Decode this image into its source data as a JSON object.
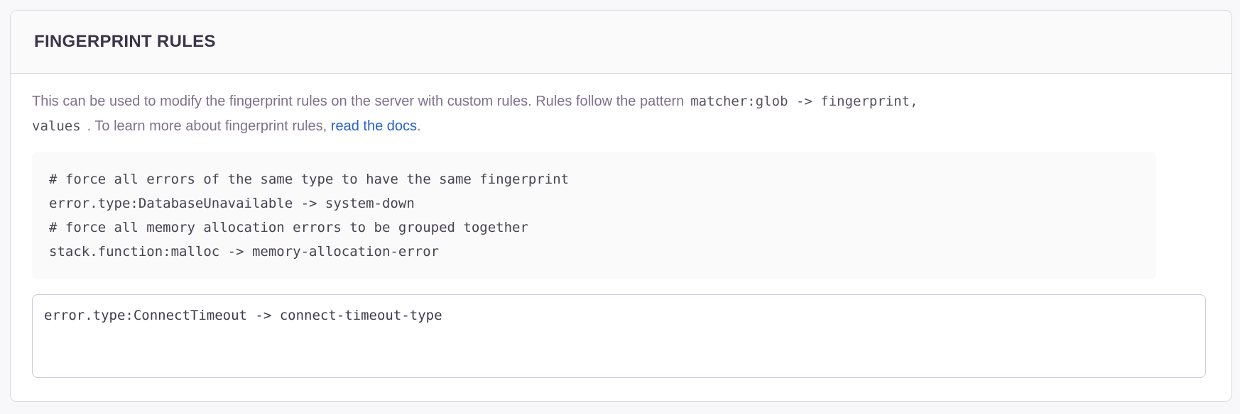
{
  "panel": {
    "title": "FINGERPRINT RULES",
    "description": {
      "line1_text": "This can be used to modify the fingerprint rules on the server with custom rules. Rules follow the pattern",
      "line1_code": "matcher:glob -> fingerprint,",
      "line2_code": "values",
      "line2_text": ". To learn more about fingerprint rules, ",
      "link_label": "read the docs",
      "line2_suffix": "."
    },
    "example_code": {
      "lines": [
        "# force all errors of the same type to have the same fingerprint",
        "error.type:DatabaseUnavailable -> system-down",
        "# force all memory allocation errors to be grouped together",
        "stack.function:malloc -> memory-allocation-error"
      ]
    },
    "rules_input": {
      "value": "error.type:ConnectTimeout -> connect-timeout-type"
    },
    "colors": {
      "page_bg": "#f8f8fa",
      "panel_border": "#dbd8e1",
      "header_bg": "#fafafb",
      "body_text": "#80708f",
      "code_text": "#47424f",
      "link": "#2562d4"
    }
  }
}
